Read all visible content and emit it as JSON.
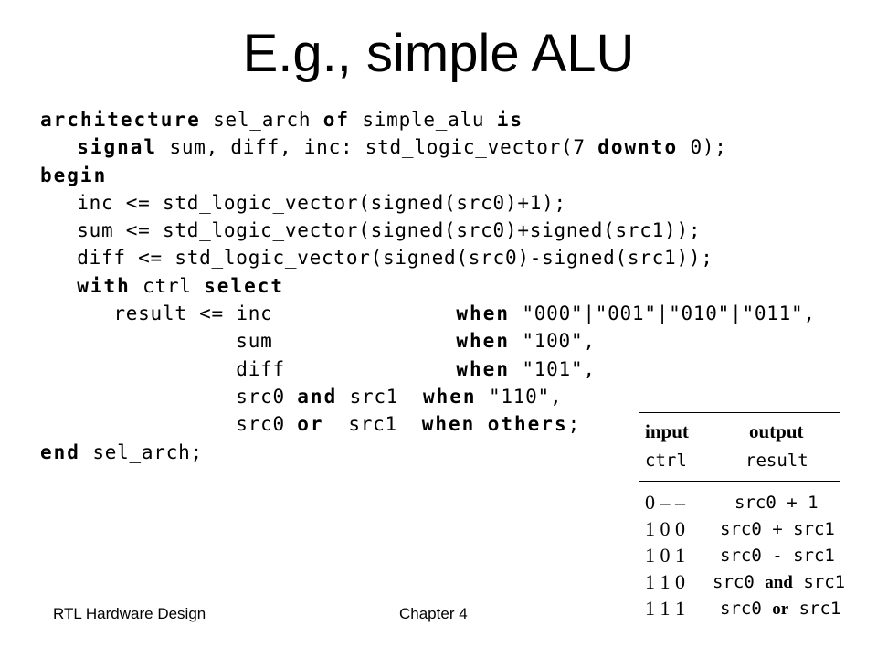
{
  "slide": {
    "title": "E.g., simple ALU"
  },
  "code": {
    "arch_kw": "architecture",
    "arch_name": "sel_arch",
    "of_kw": "of",
    "entity_name": "simple_alu",
    "is_kw": "is",
    "signal_kw": "signal",
    "signal_decl": "sum, diff, inc: std_logic_vector(7",
    "downto_kw": "downto",
    "signal_end": "0);",
    "begin_kw": "begin",
    "line_inc": "inc <= std_logic_vector(signed(src0)+1);",
    "line_sum": "sum <= std_logic_vector(signed(src0)+signed(src1));",
    "line_diff": "diff <= std_logic_vector(signed(src0)-signed(src1));",
    "with_kw": "with",
    "ctrl": "ctrl",
    "select_kw": "select",
    "result_assign": "result <=",
    "when_kw": "when",
    "and_kw": "and",
    "or_kw": "or",
    "others_kw": "others",
    "rows": [
      {
        "a": "inc",
        "cond": "\"000\"|\"001\"|\"010\"|\"011\","
      },
      {
        "a": "sum",
        "cond": "\"100\","
      },
      {
        "a": "diff",
        "cond": "\"101\","
      },
      {
        "a": "src0",
        "b": "src1",
        "cond": "\"110\","
      },
      {
        "a": "src0",
        "b": "src1",
        "cond": ";"
      }
    ],
    "end_kw": "end",
    "end_name": "sel_arch;"
  },
  "table": {
    "header_input": "input",
    "header_output": "output",
    "sub_input": "ctrl",
    "sub_output": "result",
    "rows": [
      {
        "ctrl": "0 – –",
        "result": "src0 + 1"
      },
      {
        "ctrl": "1 0 0",
        "result": "src0 + src1"
      },
      {
        "ctrl": "1 0 1",
        "result": "src0 - src1"
      },
      {
        "ctrl": "1 1 0",
        "r1": "src0",
        "op": "and",
        "r2": "src1"
      },
      {
        "ctrl": "1 1 1",
        "r1": "src0",
        "op": "or",
        "r2": "src1"
      }
    ]
  },
  "footer": {
    "left": "RTL Hardware Design",
    "center": "Chapter 4"
  }
}
